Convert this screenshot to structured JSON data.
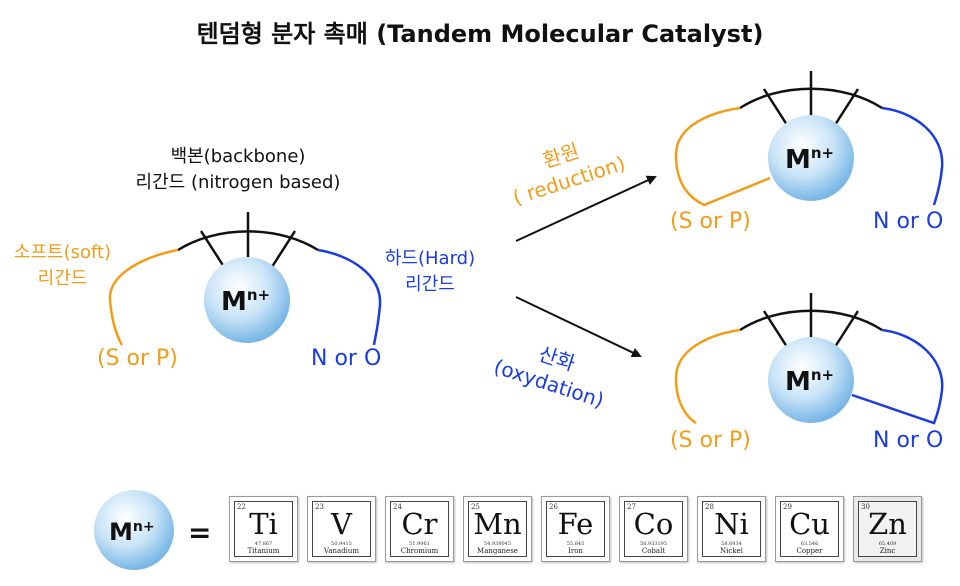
{
  "title": "텐덤형 분자 촉매 (Tandem Molecular Catalyst)",
  "backbone": {
    "line1": "백본(backbone)",
    "line2": "리간드 (nitrogen based)"
  },
  "soft_ligand": {
    "line1": "소프트(soft)",
    "line2": "리간드"
  },
  "hard_ligand": {
    "line1": "하드(Hard)",
    "line2": "리간드"
  },
  "donor_soft": "(S or P)",
  "donor_hard": "N or O",
  "metal": {
    "symbol": "M",
    "charge": "n+"
  },
  "reduction": {
    "korean": "환원",
    "english": "( reduction)"
  },
  "oxidation": {
    "korean": "산화",
    "english": "(oxydation)"
  },
  "equals": "=",
  "elements": [
    {
      "number": "22",
      "symbol": "Ti",
      "mass": "47.867",
      "name": "Titanium"
    },
    {
      "number": "23",
      "symbol": "V",
      "mass": "50.9415",
      "name": "Vanadium"
    },
    {
      "number": "24",
      "symbol": "Cr",
      "mass": "51.9961",
      "name": "Chromium"
    },
    {
      "number": "25",
      "symbol": "Mn",
      "mass": "54.938045",
      "name": "Manganese"
    },
    {
      "number": "26",
      "symbol": "Fe",
      "mass": "55.845",
      "name": "Iron"
    },
    {
      "number": "27",
      "symbol": "Co",
      "mass": "58.933195",
      "name": "Cobalt"
    },
    {
      "number": "28",
      "symbol": "Ni",
      "mass": "58.6934",
      "name": "Nickel"
    },
    {
      "number": "29",
      "symbol": "Cu",
      "mass": "63.546",
      "name": "Copper"
    },
    {
      "number": "30",
      "symbol": "Zn",
      "mass": "65.409",
      "name": "Zinc"
    }
  ],
  "colors": {
    "soft": "#f39c18",
    "hard": "#1a3ce0",
    "backbone": "#111111"
  }
}
